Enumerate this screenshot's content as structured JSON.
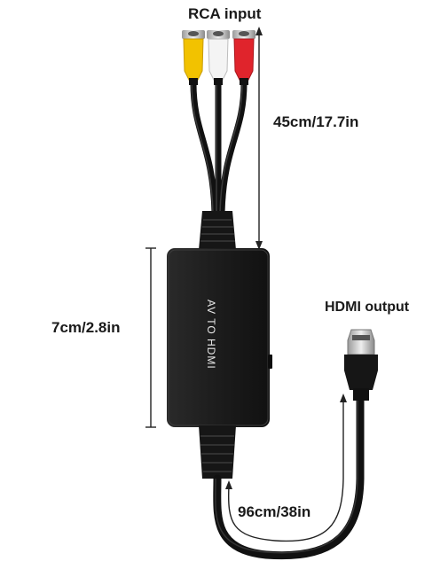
{
  "labels": {
    "rca_input": "RCA input",
    "rca_cable_length": "45cm/17.7in",
    "box_length": "7cm/2.8in",
    "hdmi_output": "HDMI output",
    "hdmi_cable_length": "96cm/38in",
    "box_text": "AV TO HDMI"
  },
  "colors": {
    "rca_yellow": "#f2c200",
    "rca_white": "#f2f2f2",
    "rca_red": "#e0242c",
    "device_black": "#1b1b1b",
    "cable_black": "#111111",
    "metal": "#c9c9c9"
  }
}
